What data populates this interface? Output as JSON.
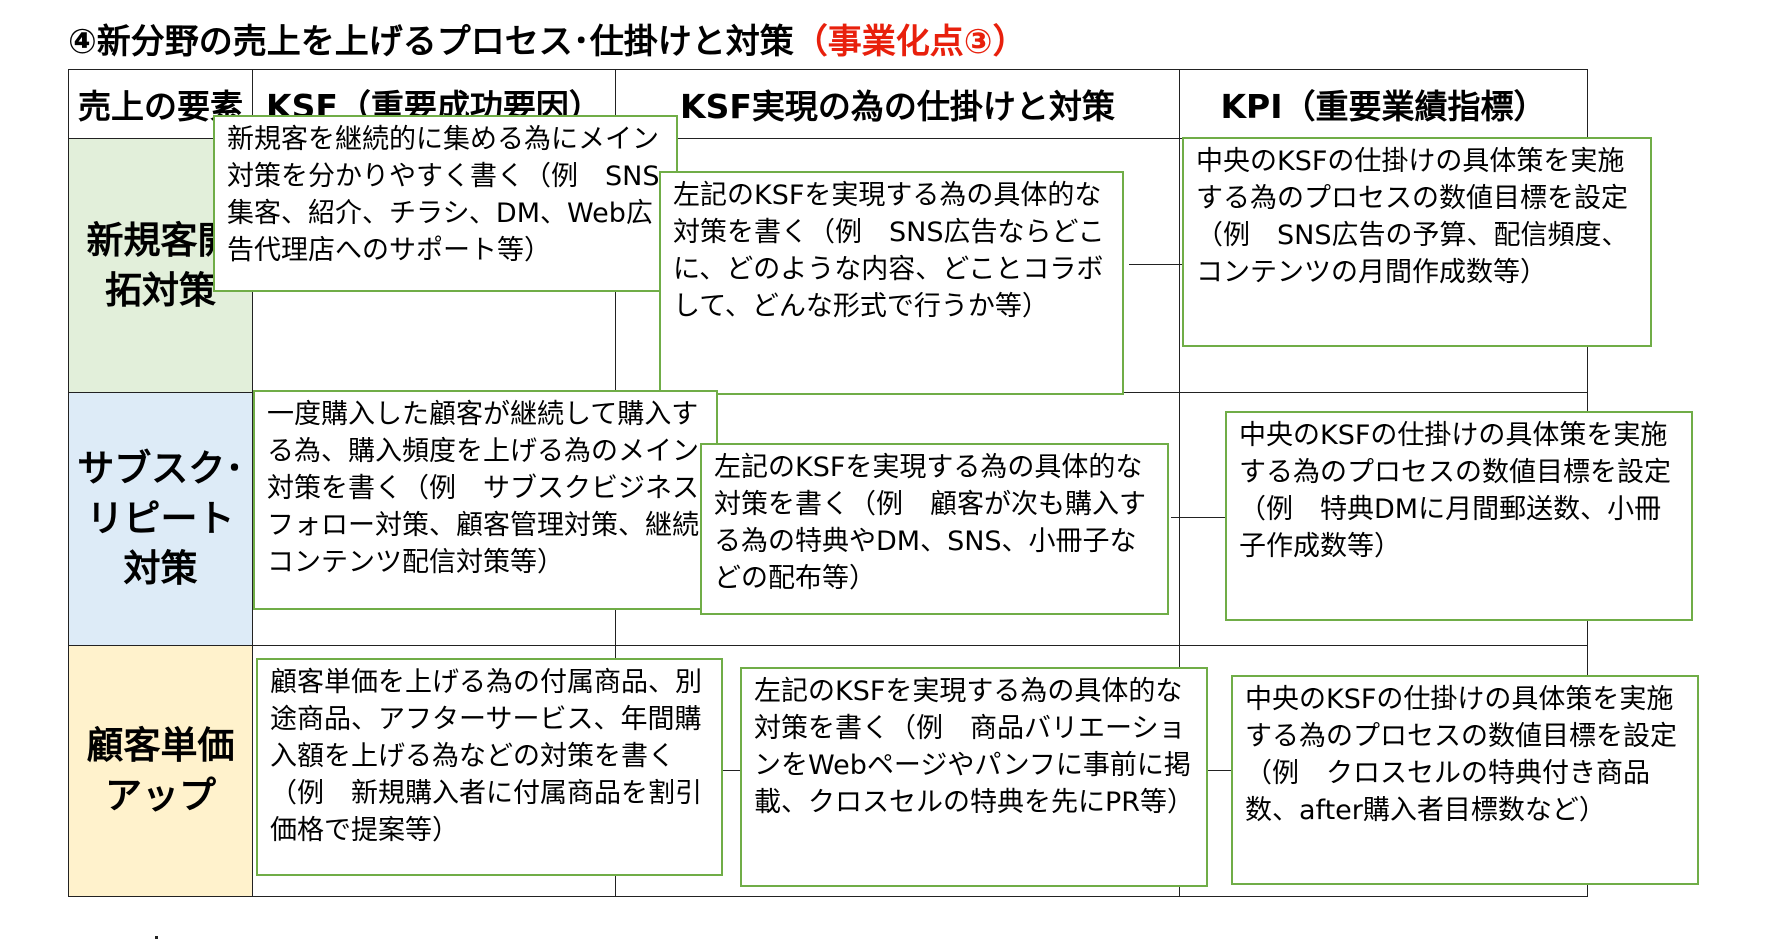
{
  "title": {
    "main": "④新分野の売上を上げるプロセス･仕掛けと対策",
    "accent": "（事業化点③）"
  },
  "headers": [
    "売上の要素",
    "KSF（重要成功要因）",
    "KSF実現の為の仕掛けと対策",
    "KPI（重要業績指標）"
  ],
  "colors": {
    "accent": "#e8200c",
    "box_border": "#70ad47",
    "row1_bg": "#e2efda",
    "row2_bg": "#ddebf7",
    "row3_bg": "#fff2cc"
  },
  "rows": [
    {
      "label": "新規客開\n拓対策",
      "ksf": "新規客を継続的に集める為にメイン対策を分かりやすく書く（例　SNS集客、紹介、チラシ、DM、Web広告代理店へのサポート等）",
      "measure": "左記のKSFを実現する為の具体的な対策を書く（例　SNS広告ならどこに、どのような内容、どことコラボして、どんな形式で行うか等）",
      "kpi": "中央のKSFの仕掛けの具体策を実施する為のプロセスの数値目標を設定（例　SNS広告の予算、配信頻度、コンテンツの月間作成数等）"
    },
    {
      "label": "サブスク･\nリピート\n対策",
      "ksf": "一度購入した顧客が継続して購入する為、購入頻度を上げる為のメイン対策を書く（例　サブスクビジネスフォロー対策、顧客管理対策、継続コンテンツ配信対策等）",
      "measure": "左記のKSFを実現する為の具体的な対策を書く（例　顧客が次も購入する為の特典やDM、SNS、小冊子などの配布等）",
      "kpi": "中央のKSFの仕掛けの具体策を実施する為のプロセスの数値目標を設定（例　特典DMに月間郵送数、小冊子作成数等）"
    },
    {
      "label": "顧客単価\nアップ",
      "ksf": "顧客単価を上げる為の付属商品、別途商品、アフターサービス、年間購入額を上げる為などの対策を書く（例　新規購入者に付属商品を割引価格で提案等）",
      "measure": "左記のKSFを実現する為の具体的な対策を書く（例　商品バリエーションをWebページやパンフに事前に掲載、クロスセルの特典を先にPR等）",
      "kpi": "中央のKSFの仕掛けの具体策を実施する為のプロセスの数値目標を設定（例　クロスセルの特典付き商品数、after購入者目標数など）"
    }
  ]
}
